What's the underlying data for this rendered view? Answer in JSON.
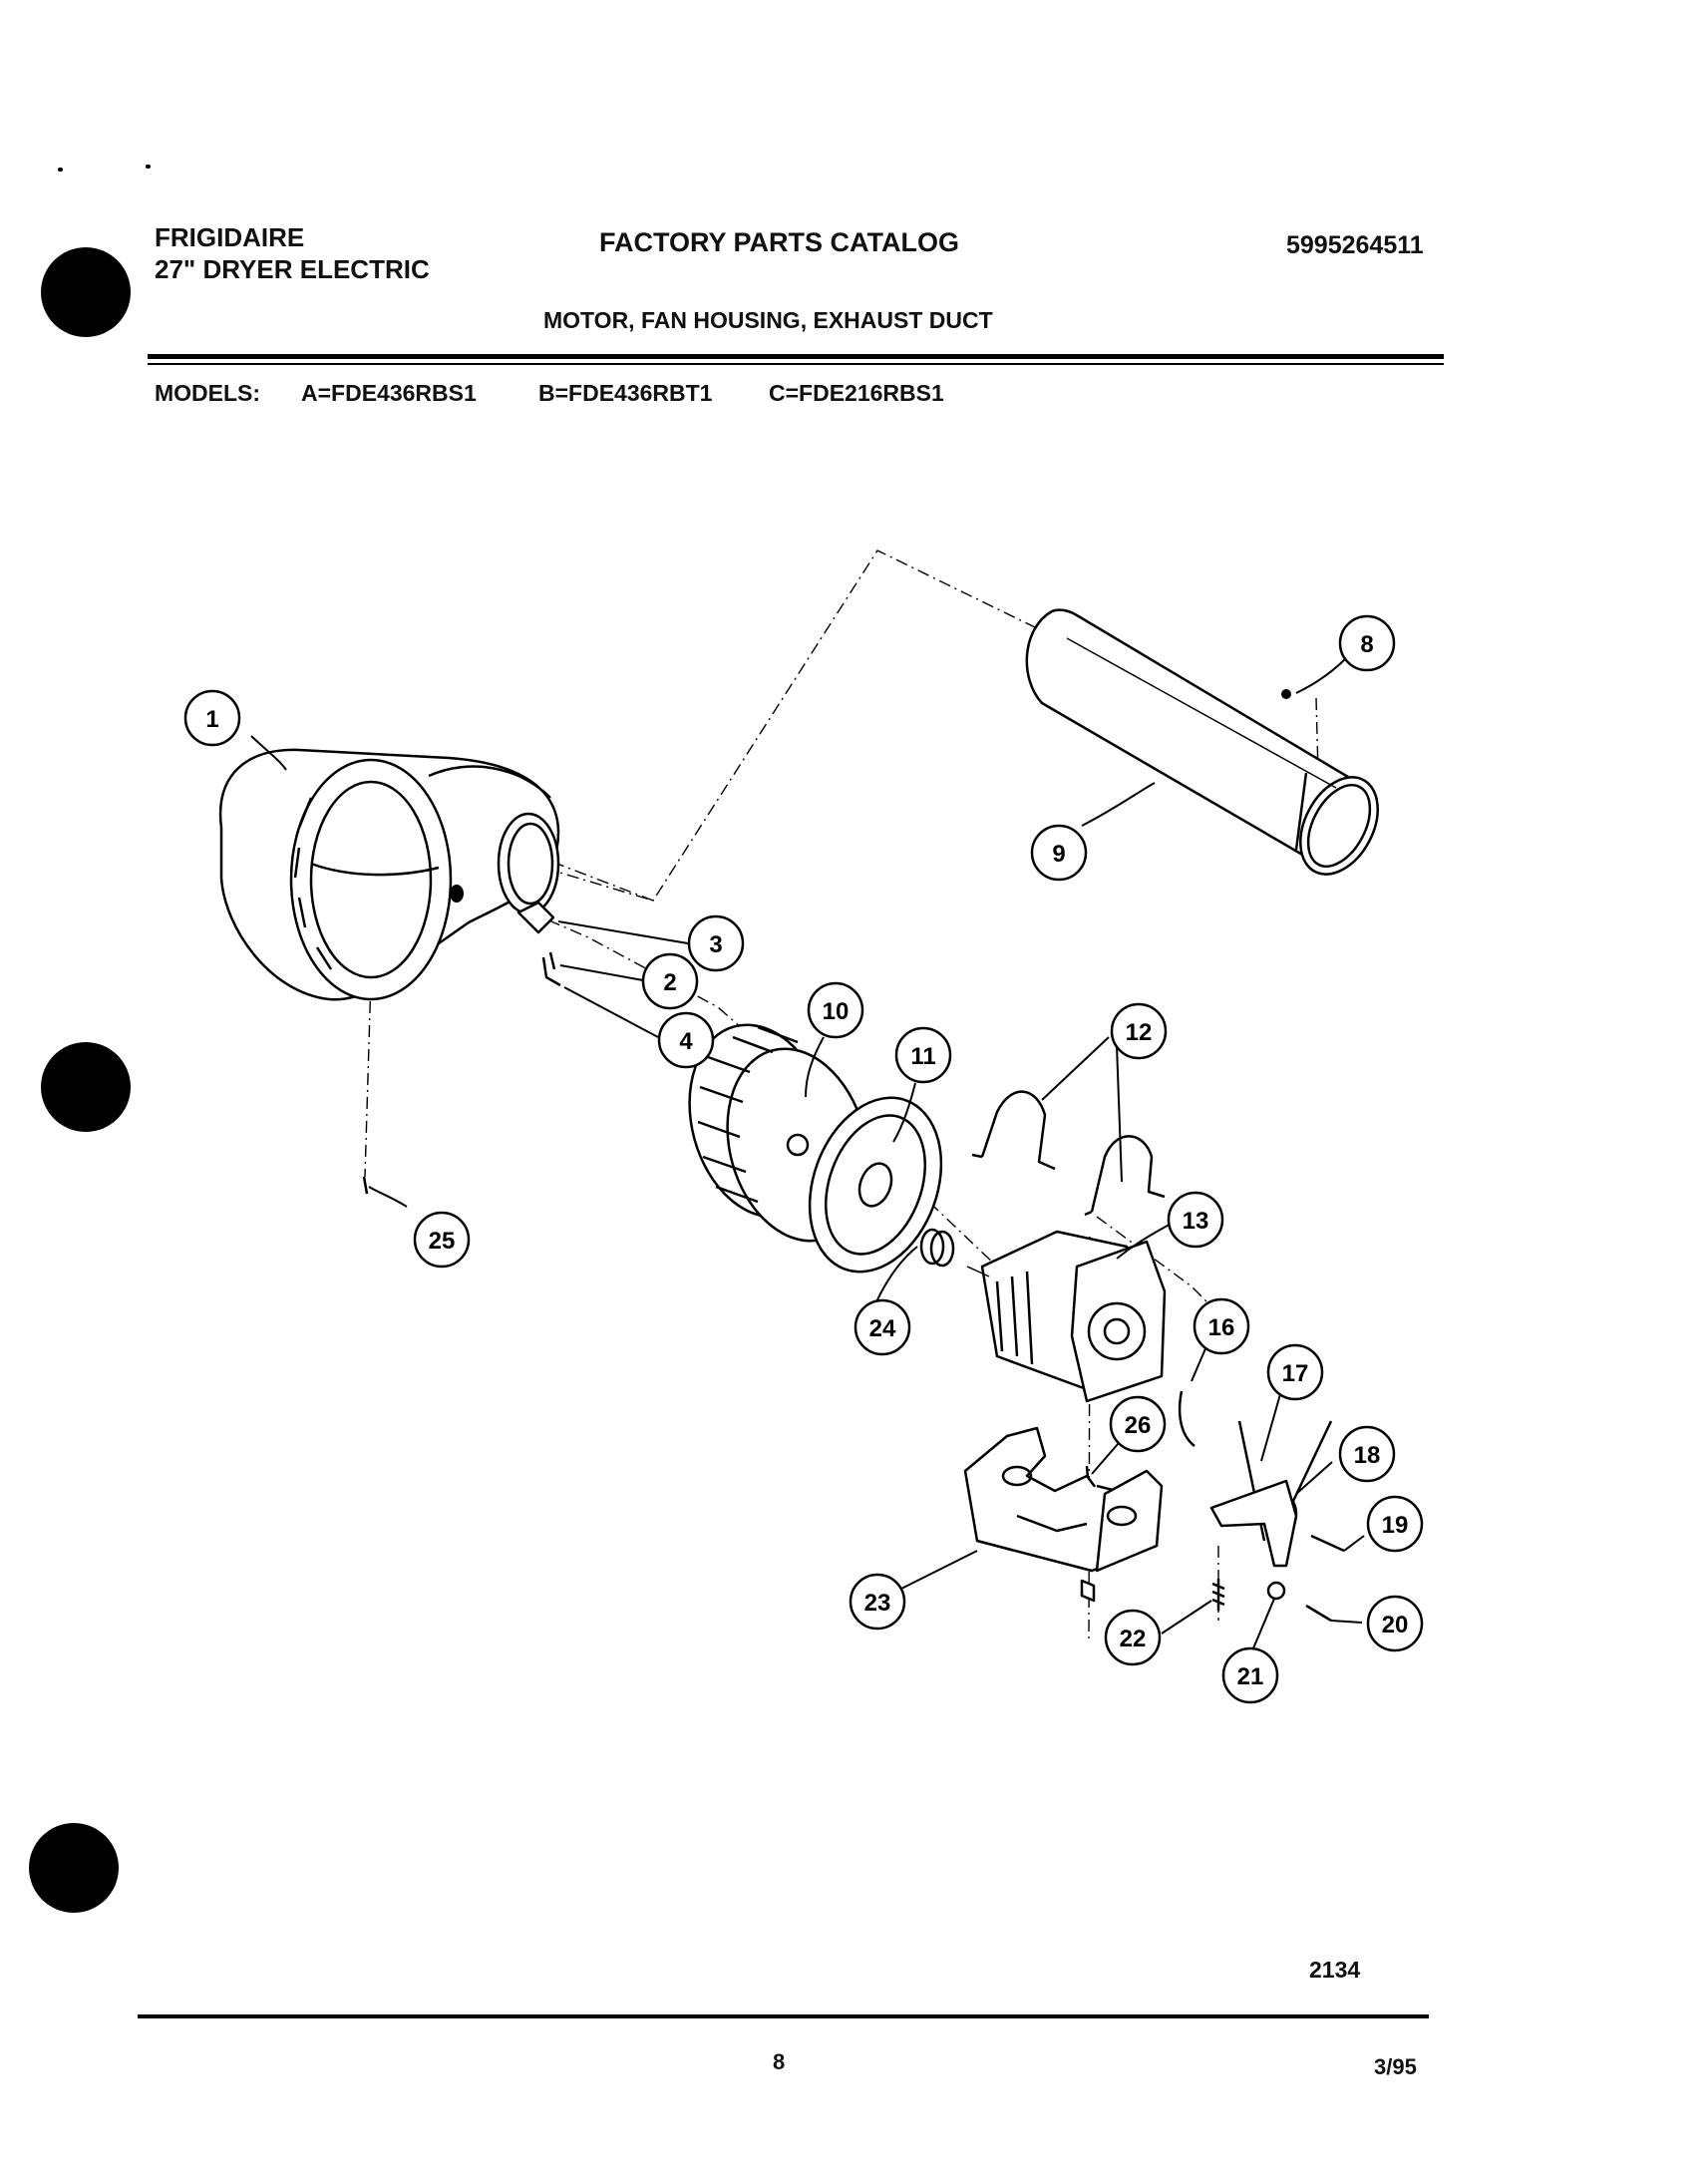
{
  "header": {
    "brand": "FRIGIDAIRE",
    "product": "27\" DRYER ELECTRIC",
    "catalog_title": "FACTORY PARTS CATALOG",
    "catalog_number": "5995264511",
    "section_title": "MOTOR, FAN HOUSING, EXHAUST DUCT"
  },
  "models": {
    "label": "MODELS:",
    "list": [
      "A=FDE436RBS1",
      "B=FDE436RBT1",
      "C=FDE216RBS1"
    ]
  },
  "diagram": {
    "callouts": [
      "1",
      "2",
      "3",
      "4",
      "8",
      "9",
      "10",
      "11",
      "12",
      "13",
      "16",
      "17",
      "18",
      "19",
      "20",
      "21",
      "22",
      "23",
      "24",
      "25",
      "26"
    ]
  },
  "footer": {
    "illustration_number": "2134",
    "page_number": "8",
    "date": "3/95"
  }
}
